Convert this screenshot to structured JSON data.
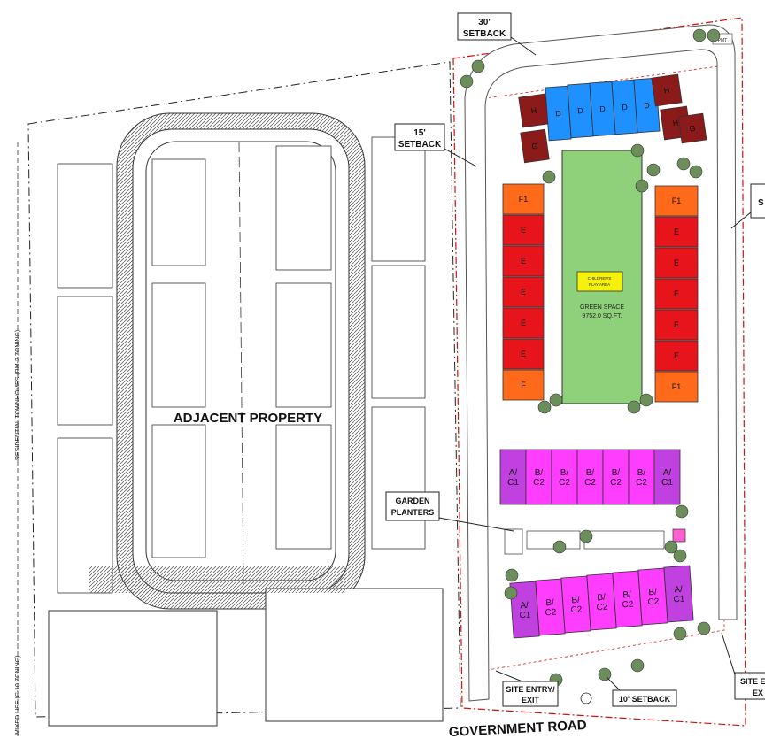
{
  "labels": {
    "setback_30_line1": "30'",
    "setback_30_line2": "SETBACK",
    "setback_15_line1": "15'",
    "setback_15_line2": "SETBACK",
    "setback_10": "10' SETBACK",
    "adjacent_property": "ADJACENT PROPERTY",
    "green_space_line1": "GREEN SPACE",
    "green_space_line2": "9752.0 SQ.FT.",
    "play_area_line1": "CHILDREN'S",
    "play_area_line2": "PLAY AREA",
    "garden_line1": "GARDEN",
    "garden_line2": "PLANTERS",
    "site_entry_line1": "SITE ENTRY/",
    "site_entry_line2": "EXIT",
    "site_entry_right_line1": "SITE E",
    "site_entry_right_line2": "EX",
    "government_road": "GOVERNMENT ROAD",
    "left_zoning": "RESIDENTIAL TOWNHOMES (RM-2 ZONING)",
    "left_zoning_bottom": "MIXED USE (C-10 ZONING)",
    "pmt": "PMT",
    "right_edge_letter": "S"
  },
  "units": {
    "top_row": [
      "H",
      "G",
      "D",
      "D",
      "D",
      "D",
      "D",
      "H",
      "H",
      "G"
    ],
    "left_column": [
      "F1",
      "E",
      "E",
      "E",
      "E",
      "E",
      "F"
    ],
    "right_column": [
      "F1",
      "E",
      "E",
      "E",
      "E",
      "E",
      "F1"
    ],
    "middle_row": [
      "A/\nC1",
      "B/\nC2",
      "B/\nC2",
      "B/\nC2",
      "B/\nC2",
      "B/\nC2",
      "A/\nC1"
    ],
    "bottom_row": [
      "A/\nC1",
      "B/\nC2",
      "B/\nC2",
      "B/\nC2",
      "B/\nC2",
      "B/\nC2",
      "A/\nC1"
    ]
  },
  "colors": {
    "H": "#8b1a1a",
    "G": "#8b1a1a",
    "D": "#1e90ff",
    "F": "#ff6a1a",
    "F1": "#ff6a1a",
    "E": "#e8141b",
    "AC": "#c040e0",
    "BC": "#ff3dff",
    "green_space": "#8fd17a",
    "play_area": "#f5f10a",
    "setback_line": "#d01010",
    "tree": "#6b8e5a"
  }
}
